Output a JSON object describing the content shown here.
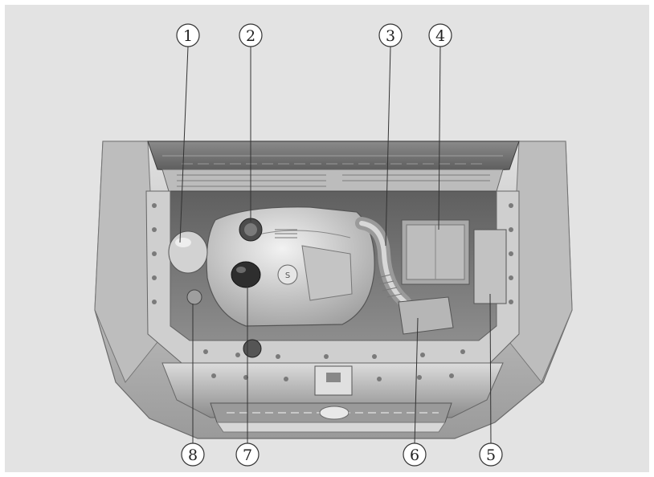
{
  "figure": {
    "subject": "engine compartment under open hood",
    "background": "#e3e3e3",
    "callouts": [
      {
        "id": 1,
        "label": "1"
      },
      {
        "id": 2,
        "label": "2"
      },
      {
        "id": 3,
        "label": "3"
      },
      {
        "id": 4,
        "label": "4"
      },
      {
        "id": 5,
        "label": "5"
      },
      {
        "id": 6,
        "label": "6"
      },
      {
        "id": 7,
        "label": "7"
      },
      {
        "id": 8,
        "label": "8"
      }
    ]
  },
  "colors": {
    "body_light": "#d4d4d4",
    "body_mid": "#b2b2b2",
    "body_dark": "#6c6c6c",
    "engine_cover": "#c9c9c9",
    "callout_line": "#333333"
  }
}
